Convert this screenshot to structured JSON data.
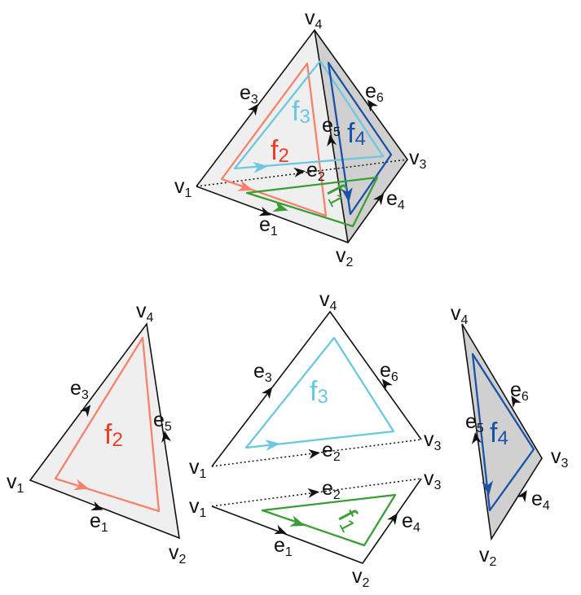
{
  "colors": {
    "f1": "#3a9e35",
    "f2_loop": "#f7826a",
    "f2_label": "#f03c28",
    "f3": "#6cc7e0",
    "f4": "#1a52a8",
    "face_light": "#efefef",
    "face_dark": "#d0d0d0"
  },
  "top": {
    "v1": {
      "b": "v",
      "s": "1"
    },
    "v2": {
      "b": "v",
      "s": "2"
    },
    "v3": {
      "b": "v",
      "s": "3"
    },
    "v4": {
      "b": "v",
      "s": "4"
    },
    "e1": {
      "b": "e",
      "s": "1"
    },
    "e2": {
      "b": "e",
      "s": "2"
    },
    "e3": {
      "b": "e",
      "s": "3"
    },
    "e4": {
      "b": "e",
      "s": "4"
    },
    "e5": {
      "b": "e",
      "s": "5"
    },
    "e6": {
      "b": "e",
      "s": "6"
    },
    "f1": {
      "b": "f",
      "s": "1"
    },
    "f2": {
      "b": "f",
      "s": "2"
    },
    "f3": {
      "b": "f",
      "s": "3"
    },
    "f4": {
      "b": "f",
      "s": "4"
    }
  },
  "face2": {
    "v1": {
      "b": "v",
      "s": "1"
    },
    "v2": {
      "b": "v",
      "s": "2"
    },
    "v4": {
      "b": "v",
      "s": "4"
    },
    "e1": {
      "b": "e",
      "s": "1"
    },
    "e3": {
      "b": "e",
      "s": "3"
    },
    "e5": {
      "b": "e",
      "s": "5"
    },
    "f2": {
      "b": "f",
      "s": "2"
    }
  },
  "face3": {
    "v1": {
      "b": "v",
      "s": "1"
    },
    "v3": {
      "b": "v",
      "s": "3"
    },
    "v4": {
      "b": "v",
      "s": "4"
    },
    "e2": {
      "b": "e",
      "s": "2"
    },
    "e3": {
      "b": "e",
      "s": "3"
    },
    "e6": {
      "b": "e",
      "s": "6"
    },
    "f3": {
      "b": "f",
      "s": "3"
    }
  },
  "face1": {
    "v1": {
      "b": "v",
      "s": "1"
    },
    "v2": {
      "b": "v",
      "s": "2"
    },
    "v3": {
      "b": "v",
      "s": "3"
    },
    "e1": {
      "b": "e",
      "s": "1"
    },
    "e2": {
      "b": "e",
      "s": "2"
    },
    "e4": {
      "b": "e",
      "s": "4"
    },
    "f1": {
      "b": "f",
      "s": "1"
    }
  },
  "face4": {
    "v2": {
      "b": "v",
      "s": "2"
    },
    "v3": {
      "b": "v",
      "s": "3"
    },
    "v4": {
      "b": "v",
      "s": "4"
    },
    "e4": {
      "b": "e",
      "s": "4"
    },
    "e5": {
      "b": "e",
      "s": "5"
    },
    "e6": {
      "b": "e",
      "s": "6"
    },
    "f4": {
      "b": "f",
      "s": "4"
    }
  }
}
